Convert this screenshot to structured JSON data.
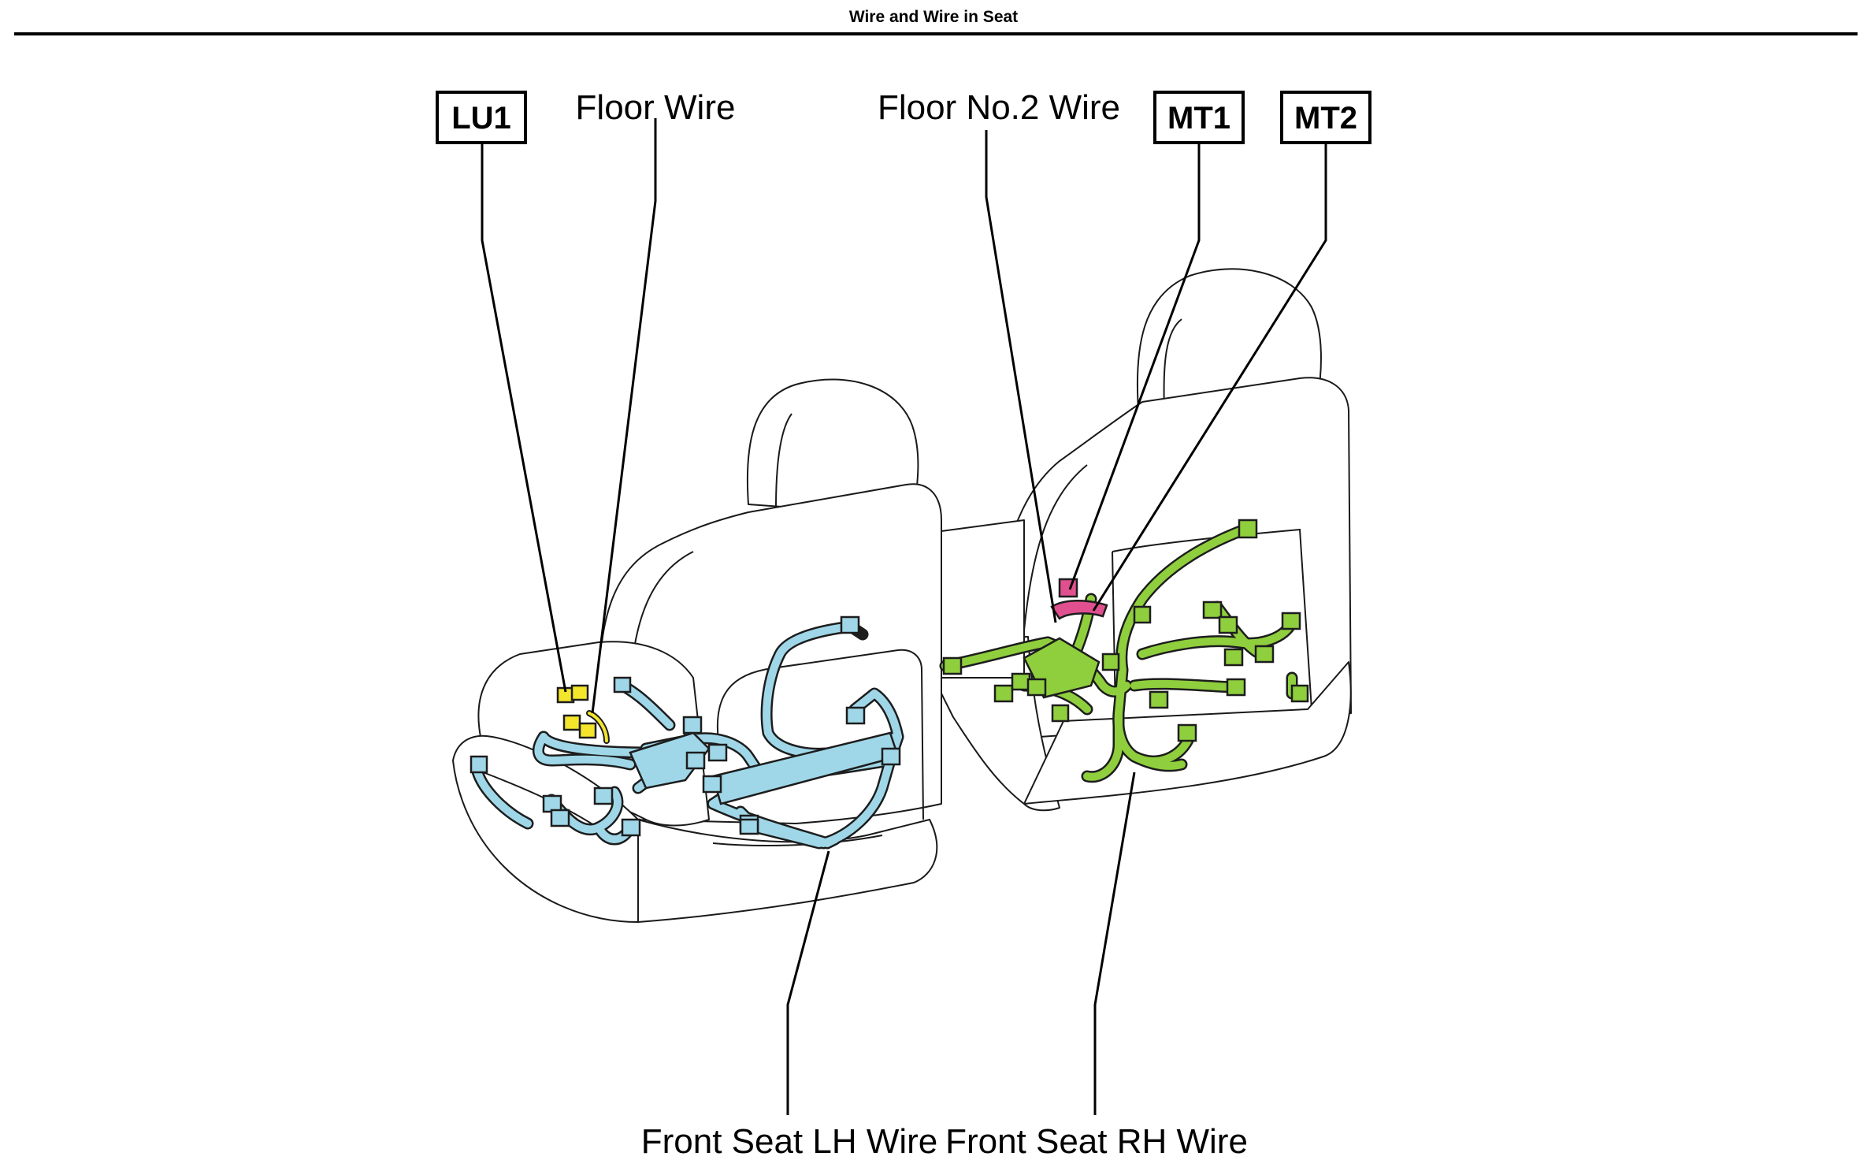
{
  "page": {
    "title": "Wire and Wire in Seat"
  },
  "labels": {
    "lu1": "LU1",
    "floor_wire": "Floor Wire",
    "floor_no2_wire": "Floor No.2 Wire",
    "mt1": "MT1",
    "mt2": "MT2",
    "front_seat_lh_wire": "Front Seat LH Wire",
    "front_seat_rh_wire": "Front Seat RH Wire"
  },
  "colors": {
    "lh_harness": "#9fd7e8",
    "rh_harness": "#8fce3d",
    "floor_connector": "#f3e52b",
    "floor_no2_connector": "#e0508f",
    "outline": "#1a1a1a"
  }
}
